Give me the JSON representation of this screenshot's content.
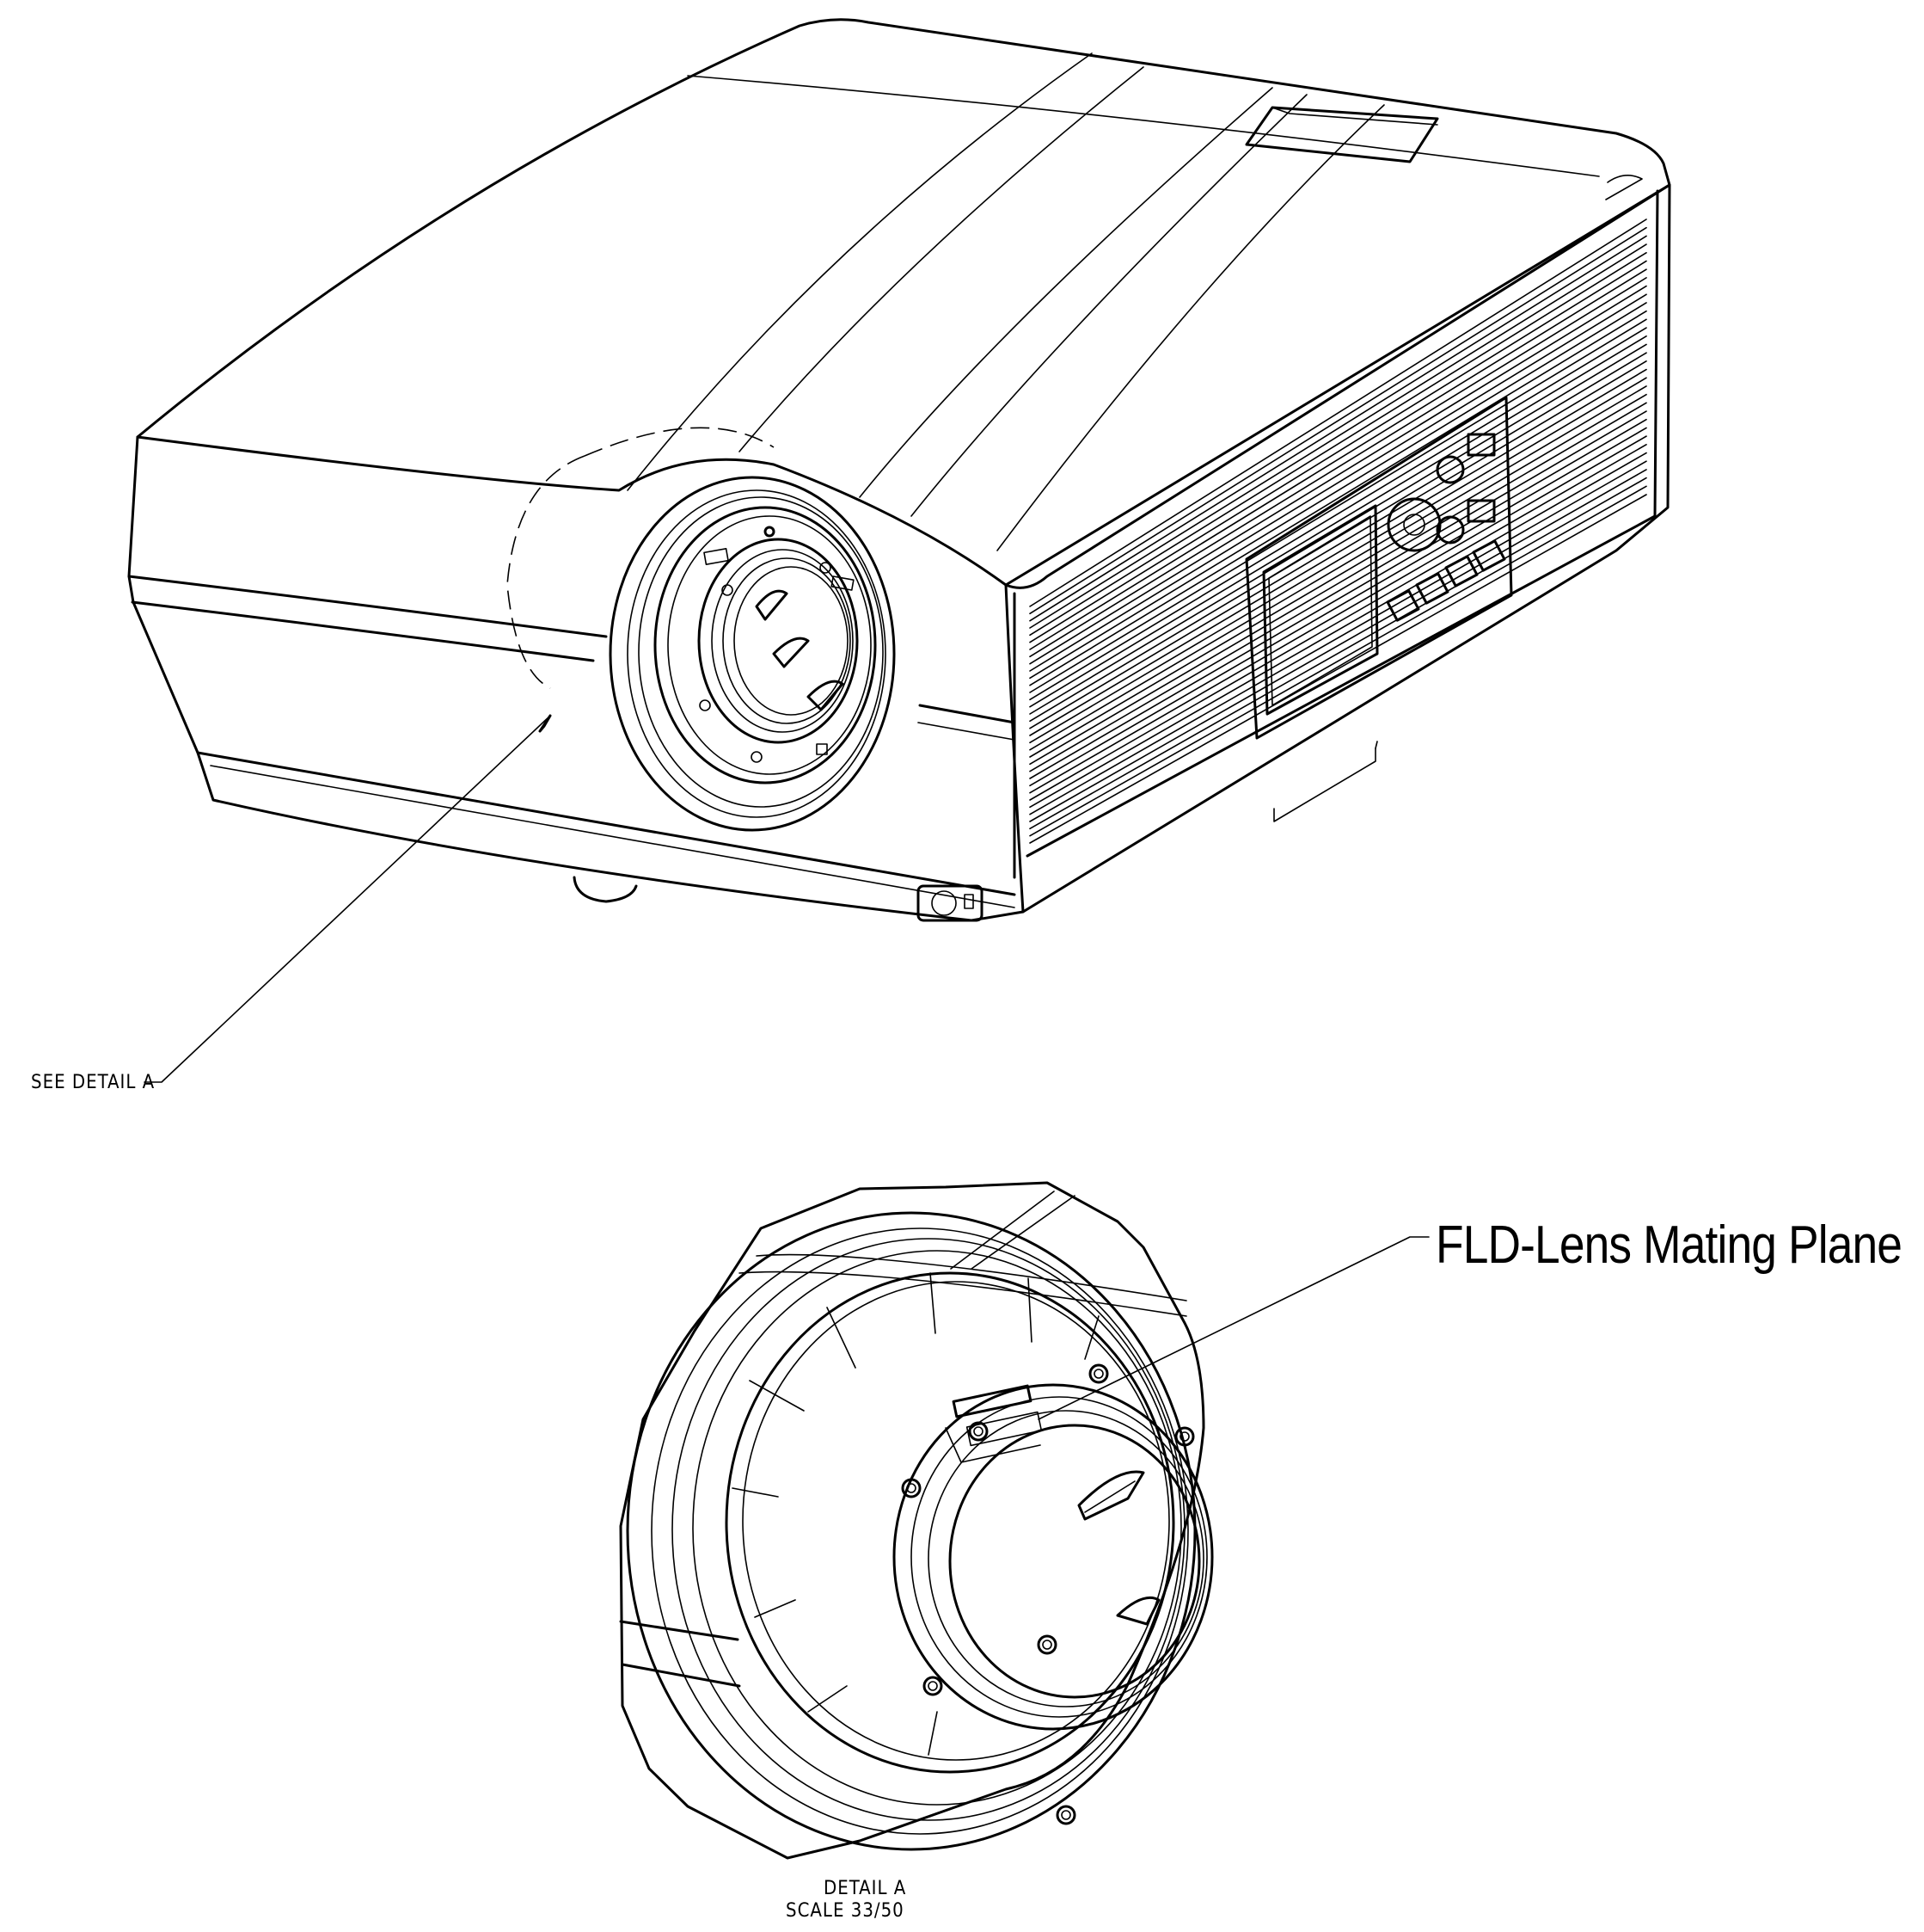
{
  "labels": {
    "see_detail": "SEE DETAIL  A",
    "mating_plane": "FLD-Lens Mating Plane",
    "detail_title": "DETAIL  A",
    "detail_scale": "SCALE  33/50"
  },
  "colors": {
    "line": "#000000",
    "background": "#ffffff"
  }
}
